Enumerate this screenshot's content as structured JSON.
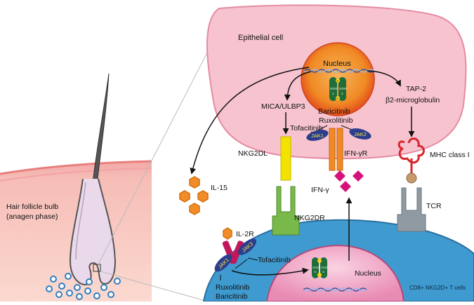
{
  "labels": {
    "epithelial_cell": "Epithelial cell",
    "nucleus_top": "Nucleus",
    "stat": "STAT",
    "stat_1": "1",
    "stat_5": "5",
    "p": "P",
    "mica_ulbp3": "MICA/ULBP3",
    "baricitinib_top": "Baricitinib",
    "ruxolitinib_top": "Ruxolitinib",
    "tap2": "TAP-2",
    "b2m": "β2-microglobulin",
    "tofacitinib_top": "Tofacitinib",
    "jak1": "JAK1",
    "jak2": "JAK2",
    "jak3": "JAK3",
    "nkg2dl": "NKG2DL",
    "ifngr": "IFN-γR",
    "mhc1": "MHC class I",
    "il15": "IL-15",
    "ifng": "IFN-γ",
    "hair_bulb_line1": "Hair follicle bulb",
    "hair_bulb_line2": "(anagen phase)",
    "nkg2dr": "NKG2DR",
    "tcr": "TCR",
    "il2r": "IL-2R",
    "tofacitinib_bottom": "Tofacitinib",
    "ruxolitinib_bottom": "Ruxolitinib",
    "baricitinib_bottom": "Baricitinib",
    "nucleus_bottom": "Nucleus",
    "tcell": "CD8+ NKG2D+ T cells"
  },
  "colors": {
    "epithelial_fill": "#f6c3cf",
    "tcell_fill": "#3f9ad0",
    "nucleus_orange": "#f08a24",
    "jak_blue": "#2b3d8c",
    "stat_green": "#1f6e3a",
    "nkg2dl_yellow": "#f4e200",
    "nkg2dr_green": "#79b84b",
    "il15_orange": "#f28c28",
    "ifng_magenta": "#d6127a",
    "mhc_red": "#d9262c",
    "tcr_gray": "#8f9aa3",
    "il2r_magenta": "#c2185b",
    "skin_pink": "#f7c7bf"
  }
}
